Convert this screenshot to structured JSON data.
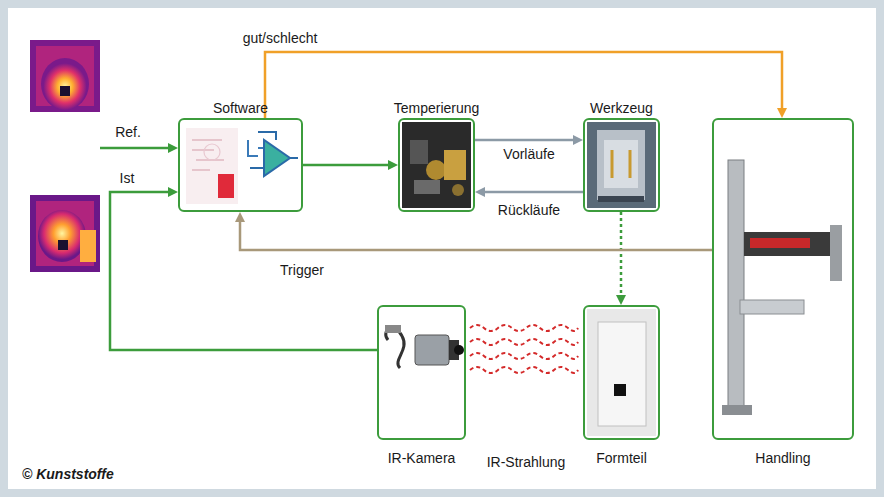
{
  "diagram": {
    "nodes": [
      {
        "text": [
          "Software"
        ]
      },
      {
        "text": [
          "Temperierung"
        ]
      },
      {
        "text": [
          "Werkzeug"
        ]
      },
      {
        "text": [
          "Handling"
        ]
      },
      {
        "text": [
          "IR-Kamera"
        ]
      },
      {
        "text": [
          "Formteil"
        ]
      }
    ],
    "edges": [
      {
        "from": 0,
        "to": 1,
        "arrow": "to"
      },
      {
        "from": 0,
        "to": 3,
        "label": "gut/schlecht",
        "arrow": "to"
      },
      {
        "from": 1,
        "to": 2,
        "label": "Vorläufe",
        "arrow": "to"
      },
      {
        "from": 2,
        "to": 1,
        "label": "Rückläufe",
        "arrow": "to"
      },
      {
        "from": 2,
        "to": 5,
        "arrow": "to"
      },
      {
        "from": 3,
        "to": 0,
        "label": "Trigger",
        "arrow": "to"
      },
      {
        "from": 4,
        "to": 0,
        "label": "Ist",
        "arrow": "to"
      }
    ],
    "labels": [
      "Ref.",
      "IR-Strahlung",
      "© Kunststoffe"
    ]
  }
}
